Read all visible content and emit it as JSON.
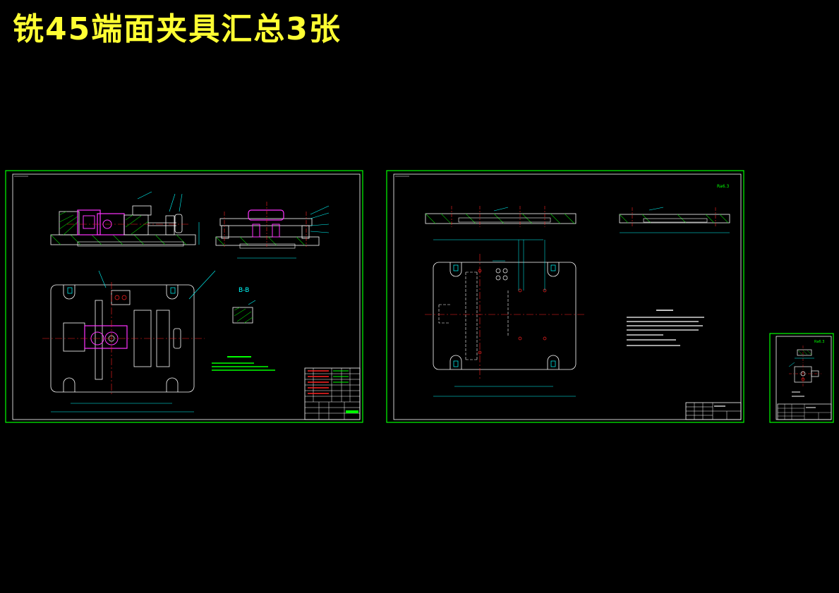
{
  "title": "铣45端面夹具汇总3张",
  "colors": {
    "background": "#000000",
    "title": "#ffff33",
    "frame": "#00ff00",
    "outline": "#ffffff",
    "centerline": "#ff2222",
    "fixture_part": "#ff33ff",
    "dimension": "#00ffff",
    "hatch": "#00cc00"
  },
  "sheets": {
    "assembly": {
      "section_label": "B-B"
    },
    "base_plate": {
      "surface_mark": "Ra6.3"
    },
    "detail": {
      "surface_mark": "Ra6.3"
    }
  }
}
